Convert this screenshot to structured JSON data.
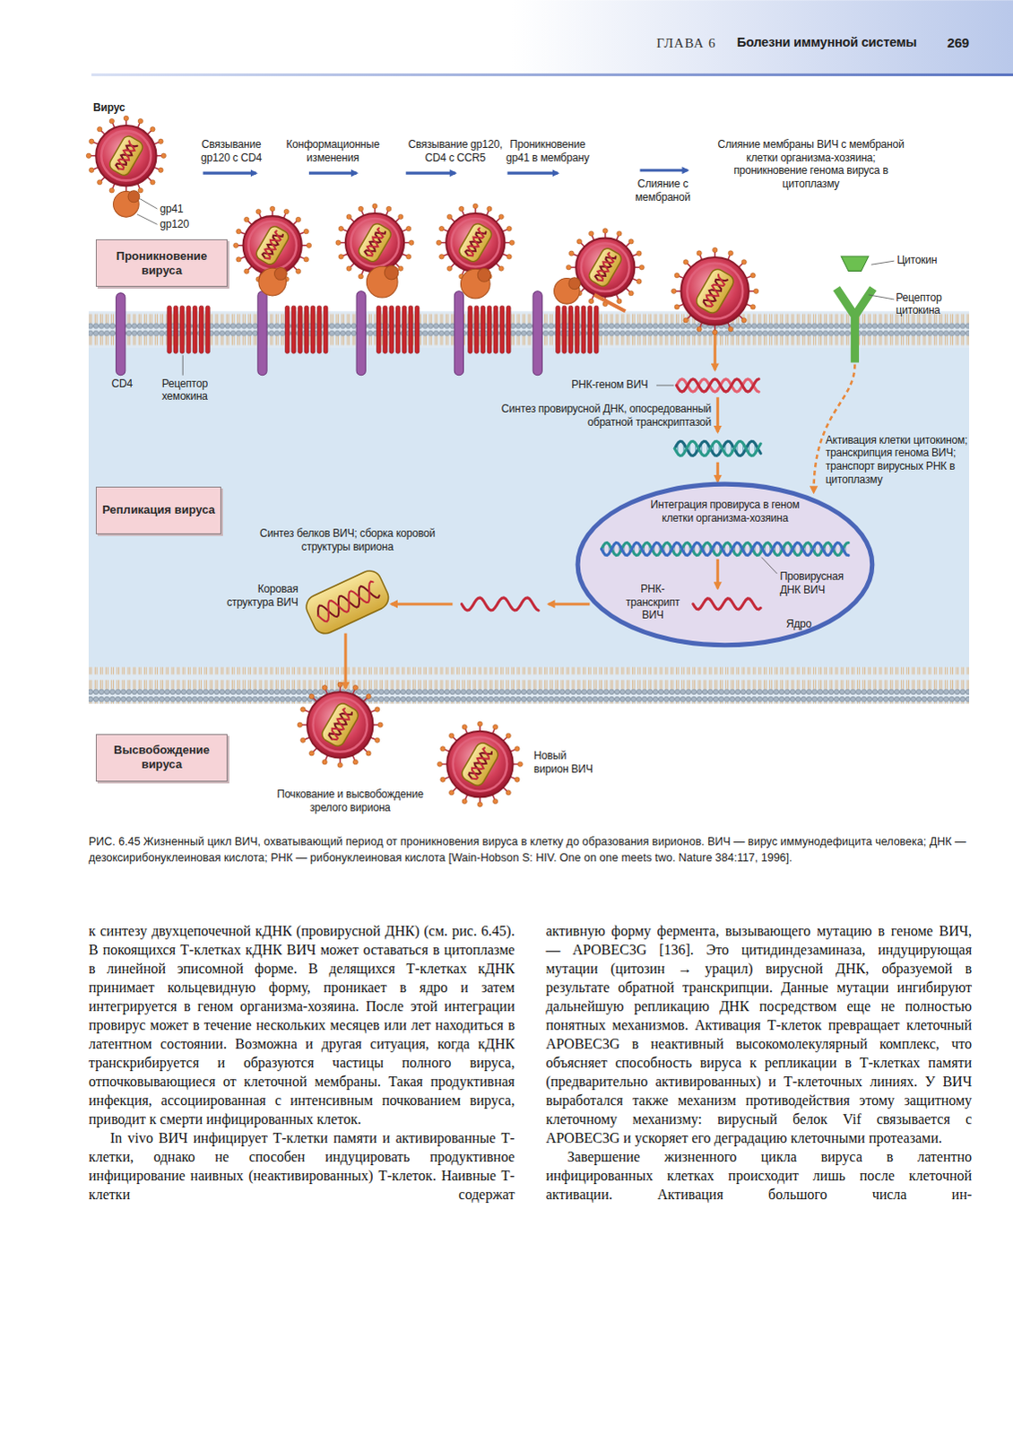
{
  "diagram": {
    "caption": "РИС. 6.45 Жизненный цикл ВИЧ, охватывающий период от проникновения вируса в клетку до образования вирионов. ВИЧ — вирус иммунодефицита человека; ДНК — дезоксирибонуклеиновая кислота; РНК — рибонуклеиновая кислота [Wain-Hobson S: HIV. One on one meets two. Nature 384:117, 1996].",
    "nodes": [
      {
        "text": [
          "Проникновение вируса"
        ]
      },
      {
        "text": [
          "Репликация вируса"
        ]
      },
      {
        "text": [
          "Высвобождение вируса"
        ]
      },
      {
        "text": [
          "Интеграция провируса в геном клетки организма-хозяина",
          "Провирусная ДНК ВИЧ",
          "РНК- транскрипт ВИЧ",
          "Ядро"
        ]
      }
    ],
    "labels": [
      "ГЛАВА 6",
      "Болезни иммунной системы",
      "269",
      "Вирус",
      "Связывание gp120 с CD4",
      "Конформационные изменения",
      "Связывание gp120, CD4 с CCR5",
      "Проникновение gp41 в мембрану",
      "Слияние с мембраной",
      "Слияние мембраны ВИЧ с мембраной клетки организма-хозяина; проникновение генома вируса в цитоплазму",
      "gp41",
      "gp120",
      "Цитокин",
      "Рецептор цитокина",
      "CD4",
      "Рецептор хемокина",
      "РНК-геном ВИЧ",
      "Синтез провирусной ДНК, опосредованный обратной транскриптазой",
      "Активация клетки цитокином; транскрипция генома ВИЧ; транспорт вирусных РНК в цитоплазму",
      "Синтез белков ВИЧ; сборка коровой структуры вириона",
      "Коровая структура ВИЧ",
      "Почкование и высвобождение зрелого вириона",
      "Новый вирион ВИЧ",
      "к синтезу двухцепочечной кДНК (провирусной ДНК) (см. рис. 6.45). В покоящихся Т-клетках кДНК ВИЧ может оставаться в цитоплазме в линейной эписомной форме. В делящихся Т-клетках кДНК принимает кольцевидную форму, проникает в ядро и затем интегрируется в геном организма-хозяина. После этой интеграции провирус может в течение нескольких месяцев или лет находиться в латентном состоянии. Возможна и другая ситуация, когда кДНК транскрибируется и образуются частицы полного вируса, отпочковывающиеся от клеточной мембраны. Такая продуктивная инфекция, ассоциированная с интенсивным почкованием вируса, приводит к смерти инфицированных клеток.",
      "In vivo ВИЧ инфицирует Т-клетки памяти и активированные Т-клетки, однако не способен индуцировать продуктивное инфицирование наивных (неактивированных) Т-клеток. Наивные Т-клетки содержат",
      "активную форму фермента, вызывающего мутацию в геноме ВИЧ, — APOBEC3G [136]. Это цитидиндезаминаза, индуцирующая мутации (цитозин → урацил) вирусной ДНК, образуемой в результате обратной транскрипции. Данные мутации ингибируют дальнейшую репликацию ДНК посредством еще не полностью понятных механизмов. Активация Т-клеток превращает клеточный APOBEC3G в неактивный высокомолекулярный комплекс, что объясняет способность вируса к репликации в Т-клетках памяти (предварительно активированных) и Т-клеточных линиях. У ВИЧ выработался также механизм противодействия этому защитному клеточному механизму: вирусный белок Vif связывается с APOBEC3G и ускоряет его деградацию клеточными протеазами.",
      "Завершение жизненного цикла вируса в латентно инфицированных клетках происходит лишь после клеточной активации. Активация большого числа ин-"
    ]
  }
}
